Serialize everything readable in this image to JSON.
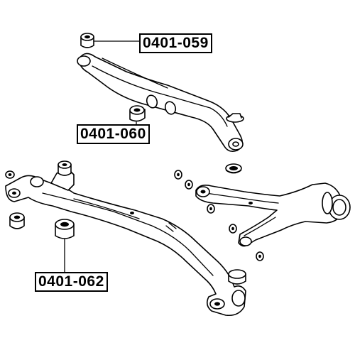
{
  "parts": {
    "part_059": "0401-059",
    "part_060": "0401-060",
    "part_062": "0401-062"
  },
  "colors": {
    "line": "#000000",
    "background": "#ffffff"
  }
}
